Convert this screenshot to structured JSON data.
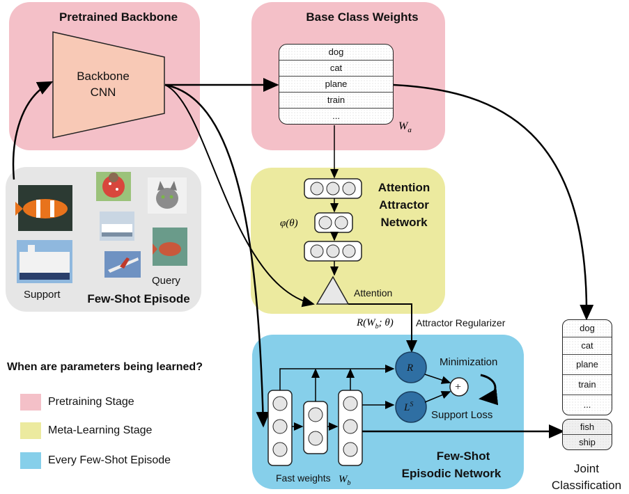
{
  "panels": {
    "pretrained_title": "Pretrained Backbone",
    "backbone_label_1": "Backbone",
    "backbone_label_2": "CNN",
    "base_weights_title": "Base Class Weights",
    "attention_title_1": "Attention",
    "attention_title_2": "Attractor",
    "attention_title_3": "Network",
    "episode_title": "Few-Shot Episode",
    "support_label": "Support",
    "query_label": "Query",
    "few_shot_title_1": "Few-Shot",
    "few_shot_title_2": "Episodic Network"
  },
  "base_classes": [
    "dog",
    "cat",
    "plane",
    "train",
    "..."
  ],
  "wa_label": "W_a",
  "phi_label": "φ(θ)",
  "attention_label": "Attention",
  "regularizer_math": "R(W_b; θ)",
  "regularizer_text": "Attractor Regularizer",
  "r_node": "R",
  "ls_node": "L^S",
  "plus_node": "+",
  "minimization_label": "Minimization",
  "support_loss_label": "Support Loss",
  "fast_weights_label": "Fast weights W_b",
  "joint_classes_base": [
    "dog",
    "cat",
    "plane",
    "train",
    "..."
  ],
  "joint_classes_novel": [
    "fish",
    "ship"
  ],
  "joint_label_1": "Joint",
  "joint_label_2": "Classification",
  "legend": {
    "question": "When are parameters being learned?",
    "items": [
      {
        "label": "Pretraining Stage",
        "color": "#f4c0c8"
      },
      {
        "label": "Meta-Learning Stage",
        "color": "#ecea9f"
      },
      {
        "label": "Every Few-Shot Episode",
        "color": "#86cfea"
      }
    ]
  }
}
